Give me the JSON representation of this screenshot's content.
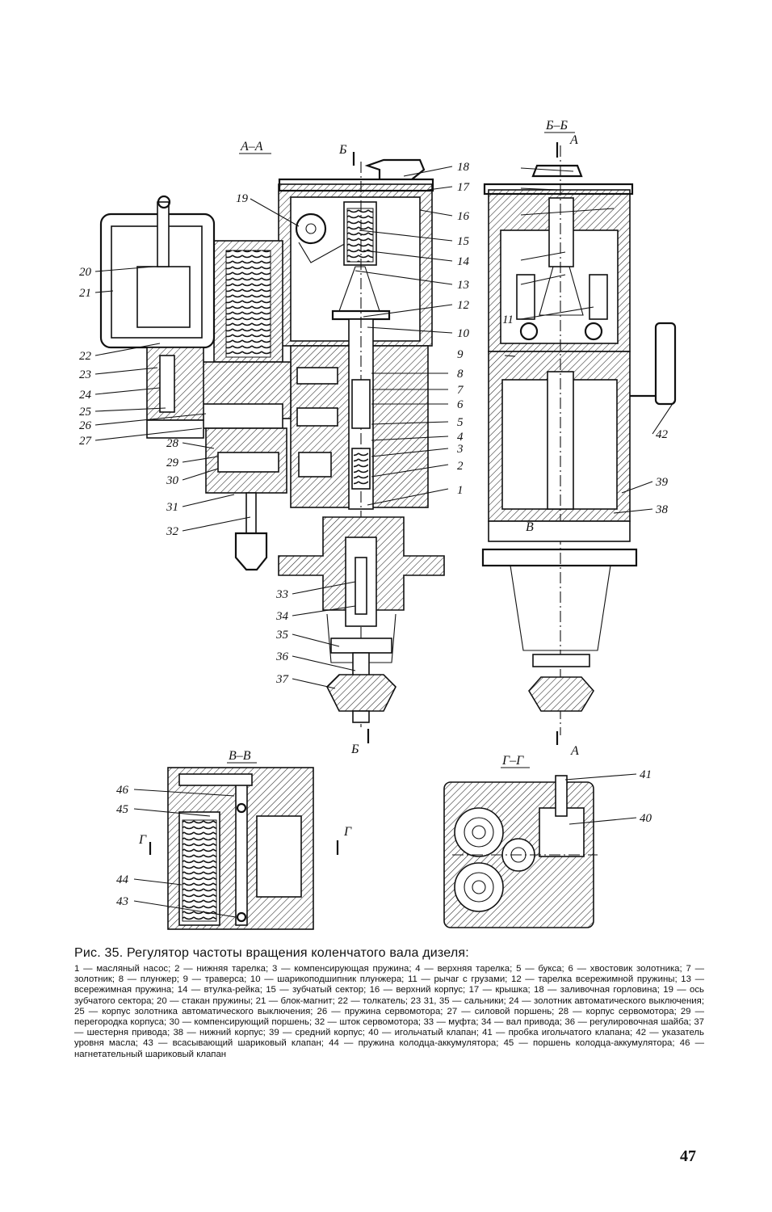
{
  "figure": {
    "caption_title": "Рис. 35. Регулятор частоты вращения коленчатого вала дизеля:",
    "caption_legend": "1 — масляный насос; 2 — нижняя тарелка; 3 — компенсирующая пружина; 4 — верхняя тарелка; 5 — букса; 6 — хвостовик золотника; 7 — золотник; 8 — плунжер; 9 — траверса; 10 — шарикоподшипник плунжера; 11 — рычаг с грузами; 12 — тарелка всережимной пружины; 13 — всережимная пружина; 14 — втулка-рейка; 15 — зубчатый сектор; 16 — верхний корпус; 17 — крышка; 18 — заливочная горловина; 19 — ось зубчатого сектора; 20 — стакан пружины; 21 — блок-магнит; 22 — толкатель; 23 31, 35 — сальники; 24 — золотник автоматического выключения; 25 — корпус золотника автоматического выключения; 26 — пружина сервомотора; 27 — силовой поршень; 28 — корпус сервомотора; 29 — перегородка корпуса; 30 — компенсирующий поршень; 32 — шток сервомотора; 33 — муфта; 34 — вал привода; 36 — регулировочная шайба; 37 — шестерня привода; 38 — нижний корпус; 39 — средний корпус; 40 — игольчатый клапан; 41 — пробка игольчатого клапана; 42 — указатель уровня масла; 43 — всасывающий шариковый клапан; 44 — пружина колодца-аккумулятора; 45 — поршень колодца-аккумулятора; 46 — нагнетательный шариковый клапан",
    "page_number": "47"
  },
  "sections": {
    "aa": "А–А",
    "bb": "Б–Б",
    "vv": "В–В",
    "gg": "Г–Г"
  },
  "cut_marks": {
    "b": "Б",
    "a": "А",
    "v": "В",
    "g": "Г"
  },
  "labels": {
    "l1": "1",
    "l2": "2",
    "l3": "3",
    "l4": "4",
    "l5": "5",
    "l6": "6",
    "l7": "7",
    "l8": "8",
    "l9": "9",
    "l10": "10",
    "l11": "11",
    "l12": "12",
    "l13": "13",
    "l14": "14",
    "l15": "15",
    "l16": "16",
    "l17": "17",
    "l18": "18",
    "l19": "19",
    "l20": "20",
    "l21": "21",
    "l22": "22",
    "l23": "23",
    "l24": "24",
    "l25": "25",
    "l26": "26",
    "l27": "27",
    "l28": "28",
    "l29": "29",
    "l30": "30",
    "l31": "31",
    "l32": "32",
    "l33": "33",
    "l34": "34",
    "l35": "35",
    "l36": "36",
    "l37": "37",
    "l38": "38",
    "l39": "39",
    "l40": "40",
    "l41": "41",
    "l42": "42",
    "l43": "43",
    "l44": "44",
    "l45": "45",
    "l46": "46"
  }
}
